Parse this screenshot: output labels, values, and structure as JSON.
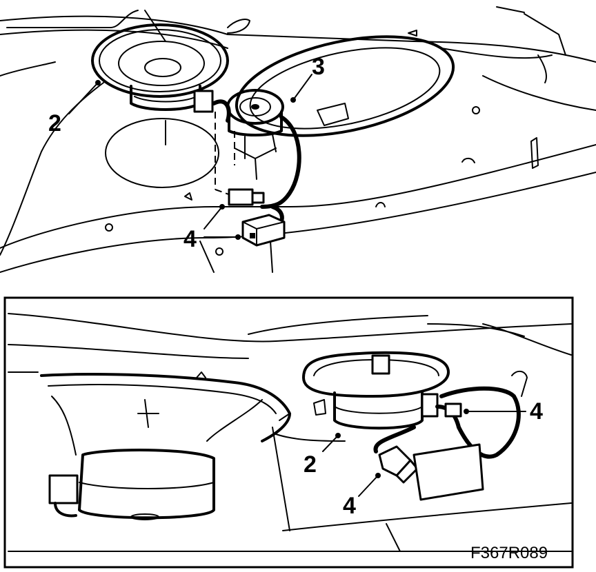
{
  "callouts": {
    "top_speaker": "2",
    "top_tweeter": "3",
    "top_connector": "4",
    "bottom_speaker": "2",
    "bottom_connector_right": "4",
    "bottom_connector_lower": "4"
  },
  "figure_code": "F367R089"
}
